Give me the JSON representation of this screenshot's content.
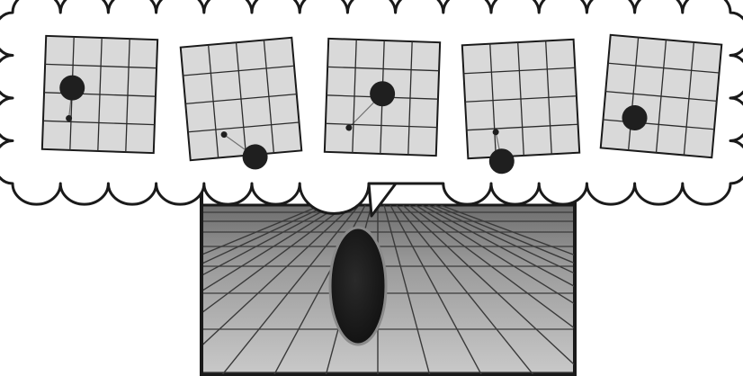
{
  "scene": {
    "colors": {
      "background": "#ffffff",
      "outline": "#1a1a1a",
      "bubble_fill": "#ffffff",
      "card_fill": "#d9d9d9",
      "grid_line": "#2b2b2b",
      "ball": "#1f1f1f",
      "floor_far": "#6e6e6e",
      "floor_near": "#c8c8c8",
      "floor_grid": "#3a3a3a",
      "disc_fill": "#1c1c1c",
      "disc_rim": "#8a8a8a"
    },
    "thought_bubble": {
      "shape": "cloud"
    },
    "thought_cards": [
      {
        "label": "card-1",
        "grid": "4x4",
        "ball": "large",
        "marker": "small-dot"
      },
      {
        "label": "card-2",
        "grid": "4x4",
        "ball": "large",
        "marker": "small-dot"
      },
      {
        "label": "card-3",
        "grid": "4x4",
        "ball": "large",
        "marker": "small-dot"
      },
      {
        "label": "card-4",
        "grid": "4x4",
        "ball": "large",
        "marker": "small-dot"
      },
      {
        "label": "card-5",
        "grid": "4x4",
        "ball": "large",
        "marker": "none"
      }
    ],
    "room": {
      "floor": "perspective-grid",
      "object": "dark-ellipse"
    }
  }
}
